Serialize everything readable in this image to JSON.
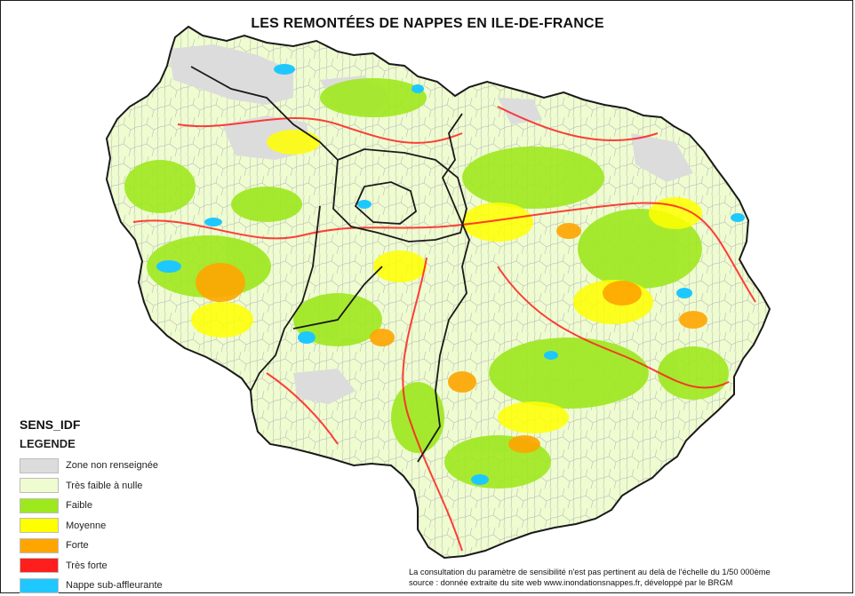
{
  "map": {
    "title": "LES REMONTÉES DE NAPPES EN ILE-DE-FRANCE"
  },
  "legend": {
    "layer_name": "SENS_IDF",
    "title": "LEGENDE",
    "items": [
      {
        "label": "Zone non renseignée",
        "color": "#dcdcdc"
      },
      {
        "label": "Très faible à nulle",
        "color": "#eefcd0"
      },
      {
        "label": "Faible",
        "color": "#9ee81e"
      },
      {
        "label": "Moyenne",
        "color": "#ffff00"
      },
      {
        "label": "Forte",
        "color": "#ffa500"
      },
      {
        "label": "Très forte",
        "color": "#ff1e1e"
      },
      {
        "label": "Nappe sub-affleurante",
        "color": "#1ec8ff"
      }
    ]
  },
  "footnote": {
    "line1": "La consultation du paramètre de sensibilité n'est pas pertinent au delà de l'échelle du 1/50 000ème",
    "line2": "source : donnée extraite du site web www.inondationsnappes.fr, développé par le BRGM"
  }
}
